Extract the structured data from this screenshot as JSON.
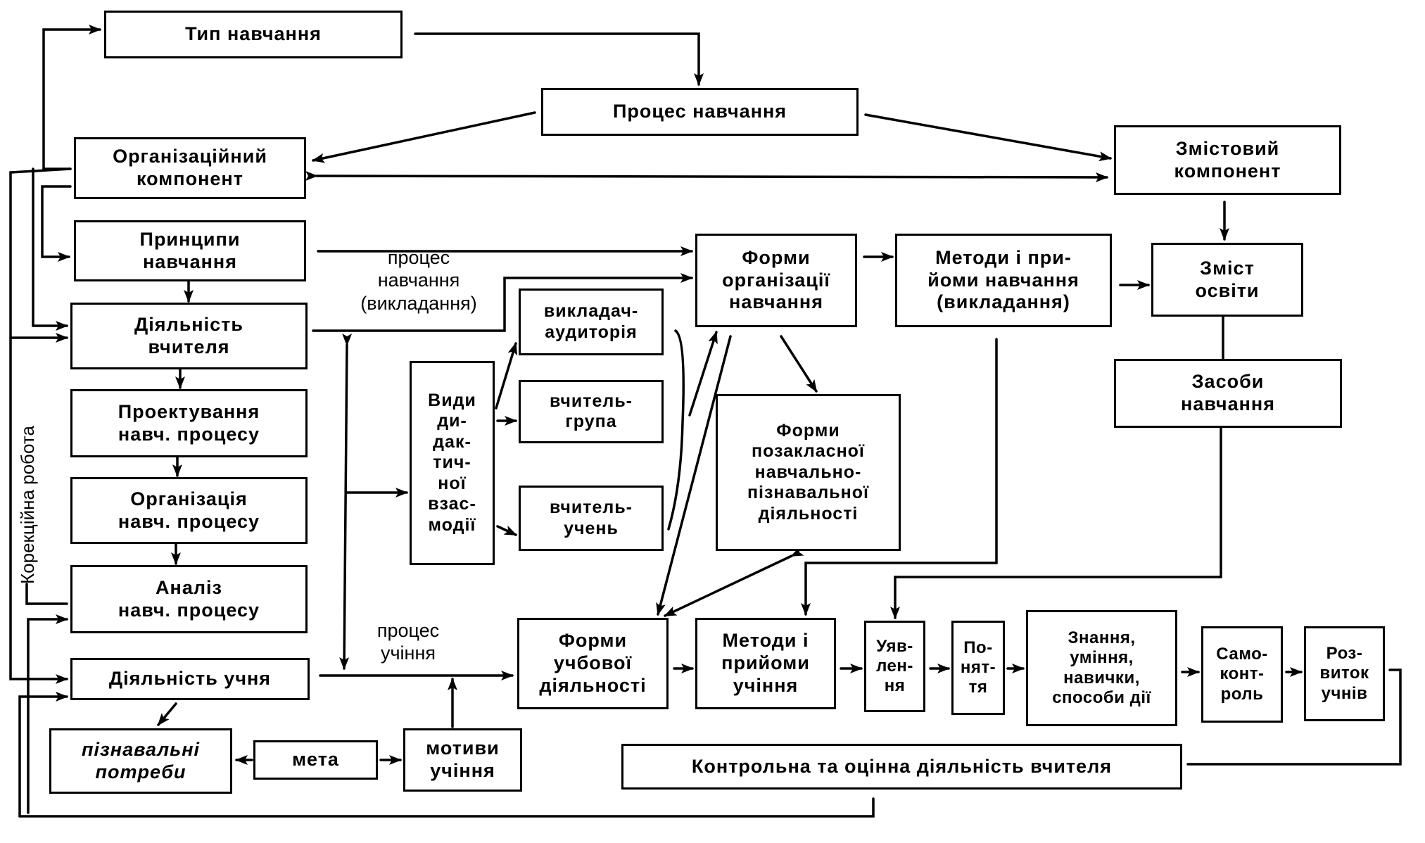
{
  "diagram": {
    "boxes": {
      "type": "Тип  навчання",
      "process": "Процес  навчання",
      "org_component": "Організаційний\nкомпонент",
      "content_component": "Змістовий\nкомпонент",
      "principles": "Принципи\nнавчання",
      "teacher_activity": "Діяльність\nвчителя",
      "designing": "Проектування\nнавч. процесу",
      "organization": "Організація\nнавч. процесу",
      "analysis": "Аналіз\nнавч. процесу",
      "student_activity": "Діяльність учня",
      "cognitive_needs": "пізнавальні\nпотреби",
      "goal": "мета",
      "motives": "мотиви\nучіння",
      "forms_org": "Форми\nорганізації\nнавчання",
      "methods_teaching": "Методи і при-\nйоми навчання\n(викладання)",
      "education_content": "Зміст\nосвіти",
      "teaching_means": "Засоби\nнавчання",
      "teacher_audience": "викладач-\nаудиторія",
      "teacher_group": "вчитель-\nгрупа",
      "teacher_student": "вчитель-\nучень",
      "interaction_types": "Види\nди-\nдак-\nтич-\nної\nвзас-\nмодії",
      "extracurricular_forms": "Форми\nпозакласної\nнавчально-\nпізнавальної\nдіяльності",
      "study_forms": "Форми\nучбової\nдіяльності",
      "methods_learning": "Методи і\nприйоми\nучіння",
      "representations": "Уяв-\nлен-\nня",
      "concepts": "По-\nнят-\nтя",
      "knowledge": "Знання,\nуміння,\nнавички,\nспособи дії",
      "self_control": "Само-\nконт-\nроль",
      "development": "Роз-\nвиток\nучнів",
      "control_eval": "Контрольна та оцінна діяльність вчителя"
    },
    "labels": {
      "teaching_process": "процес\nнавчання\n(викладання)",
      "learning_process": "процес\nучіння",
      "correction": "Корекційна робота"
    }
  }
}
